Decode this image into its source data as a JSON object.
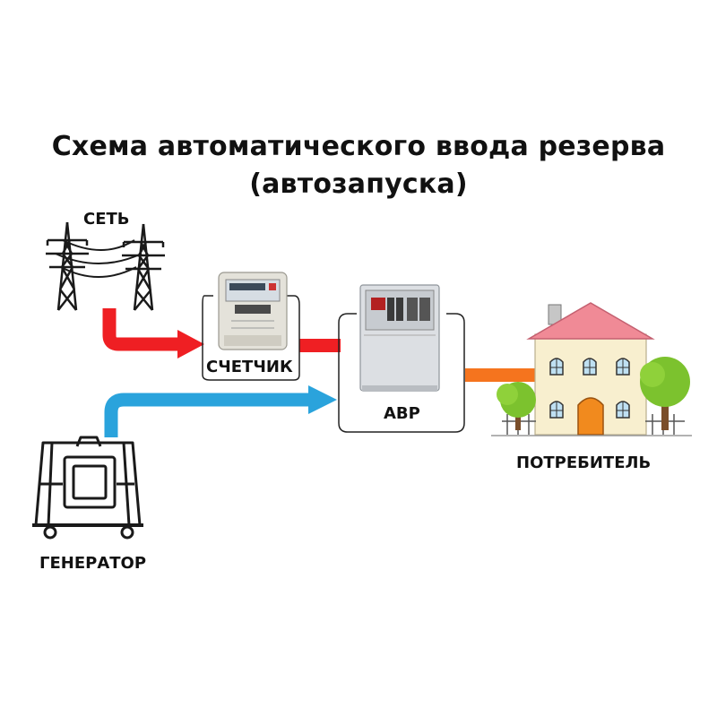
{
  "title": {
    "line1": "Схема автоматического ввода резерва",
    "line2": "(автозапуска)"
  },
  "labels": {
    "grid": "СЕТЬ",
    "meter": "СЧЕТЧИК",
    "ats": "АВР",
    "consumer": "ПОТРЕБИТЕЛЬ",
    "generator": "ГЕНЕРАТОР"
  },
  "colors": {
    "grid_line": "#ef1f23",
    "generator_line": "#2aa3dc",
    "output_line": "#f5741e",
    "house_wall": "#f8efcf",
    "house_roof": "#f08a96",
    "house_door": "#f18a1e",
    "tree_green": "#7cc22e"
  },
  "icons": {
    "grid": "power-tower-icon",
    "meter": "electric-meter-icon",
    "ats": "ats-panel-icon",
    "consumer": "house-icon",
    "generator": "generator-icon"
  }
}
